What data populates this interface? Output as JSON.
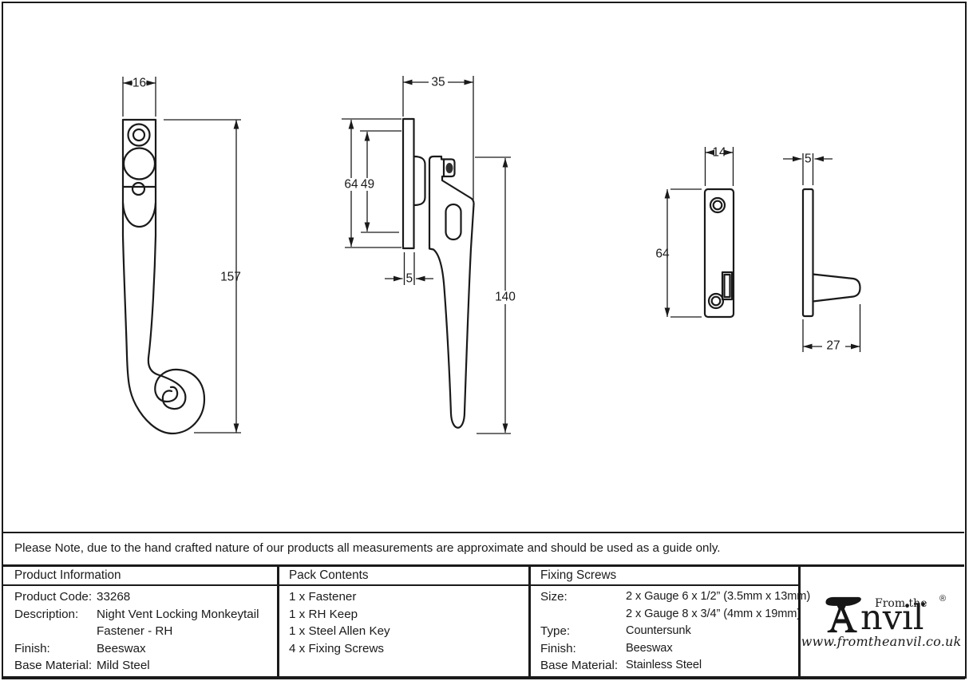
{
  "page": {
    "bg": "#ffffff",
    "line_color": "#1a1a1a",
    "note": "Please Note, due to the hand crafted nature of our products all measurements are approximate and should be used as a guide only."
  },
  "dimensions": {
    "fastener_front": {
      "width": "16",
      "height": "157"
    },
    "fastener_side": {
      "width": "35",
      "plate_height": "64",
      "inner_span": "49",
      "plate_thickness": "5",
      "length": "140"
    },
    "keep_front": {
      "width": "14",
      "height": "64"
    },
    "keep_side": {
      "thickness": "5",
      "depth": "27"
    }
  },
  "table": {
    "product_information": {
      "header": "Product Information",
      "rows": [
        {
          "label": "Product Code:",
          "value": "33268"
        },
        {
          "label": "Description:",
          "value": "Night Vent Locking Monkeytail"
        },
        {
          "label": "",
          "value": "Fastener - RH"
        },
        {
          "label": "Finish:",
          "value": "Beeswax"
        },
        {
          "label": "Base Material:",
          "value": "Mild Steel"
        }
      ]
    },
    "pack_contents": {
      "header": "Pack Contents",
      "items": [
        "1 x Fastener",
        "1 x RH Keep",
        "1 x Steel Allen Key",
        "4 x Fixing Screws"
      ]
    },
    "fixing_screws": {
      "header": "Fixing Screws",
      "rows": [
        {
          "label": "Size:",
          "value": "2 x Gauge 6 x 1/2” (3.5mm x 13mm)"
        },
        {
          "label": "",
          "value": "2 x Gauge 8 x 3/4” (4mm x 19mm)"
        },
        {
          "label": "Type:",
          "value": "Countersunk"
        },
        {
          "label": "Finish:",
          "value": "Beeswax"
        },
        {
          "label": "Base Material:",
          "value": "Stainless Steel"
        }
      ]
    }
  },
  "logo": {
    "brand": "Anvil",
    "prefix": "From the",
    "suffix_letters": "nvil",
    "diamond": "♦",
    "registered": "®",
    "url": "www.fromtheanvil.co.uk"
  }
}
